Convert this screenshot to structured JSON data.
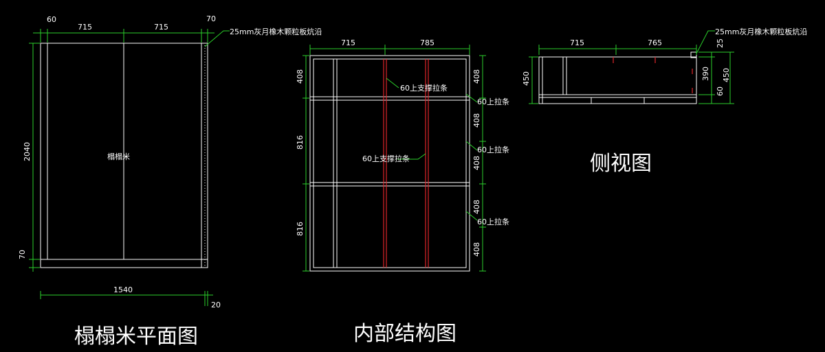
{
  "colors": {
    "background": "#000000",
    "outline": "#ffffff",
    "dimension": "#2bd12b",
    "brace": "#e0242a"
  },
  "plan": {
    "caption": "榻榻米平面图",
    "label_center": "榻榻米",
    "edge_note": "25mm灰月橡木颗粒板炕沿",
    "dim_left_margin": "60",
    "dim_right_margin": "70",
    "dim_top_a": "715",
    "dim_top_b": "715",
    "dim_height": "2040",
    "dim_bottom_margin": "70",
    "dim_width": "1540",
    "dim_edge": "20"
  },
  "structure": {
    "caption": "内部结构图",
    "dim_top_a": "715",
    "dim_top_b": "785",
    "dim_left_1": "408",
    "dim_left_2": "816",
    "dim_left_3": "816",
    "dim_right": [
      "408",
      "408",
      "408",
      "408",
      "408"
    ],
    "brace_label_1": "60上支撑拉条",
    "brace_label_2": "60上支撑拉条",
    "tie_label_1": "60上拉条",
    "tie_label_2": "60上拉条",
    "tie_label_3": "60上拉条"
  },
  "side": {
    "caption": "侧视图",
    "edge_note": "25mm灰月橡木颗粒板炕沿",
    "dim_top_a": "715",
    "dim_top_b": "765",
    "dim_left": "450",
    "dim_r_25": "25",
    "dim_r_390": "390",
    "dim_r_60": "60",
    "dim_r_450": "450"
  }
}
